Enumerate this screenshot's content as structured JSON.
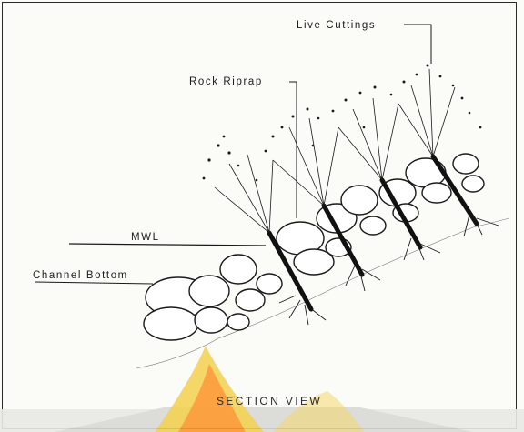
{
  "labels": {
    "live_cuttings": "Live Cuttings",
    "rock_riprap": "Rock Riprap",
    "mwl": "MWL",
    "channel_bottom": "Channel Bottom"
  },
  "caption": "SECTION VIEW",
  "watermark": {
    "colors": [
      "#f3d24b",
      "#ff8c2a",
      "#c9c9c9"
    ]
  },
  "ink_color": "#1a1a1a"
}
